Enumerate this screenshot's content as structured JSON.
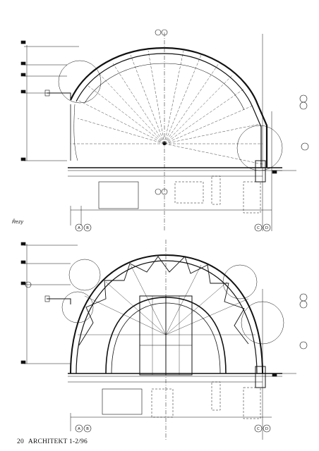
{
  "page": {
    "caption": "Řezy",
    "page_number": "20",
    "publication": "ARCHITEKT 1-2/96"
  },
  "drawings": [
    {
      "name": "section-top",
      "grid_labels": [
        "A",
        "B",
        "C",
        "D"
      ]
    },
    {
      "name": "section-bottom",
      "grid_labels": [
        "A",
        "B",
        "C",
        "D"
      ]
    }
  ]
}
